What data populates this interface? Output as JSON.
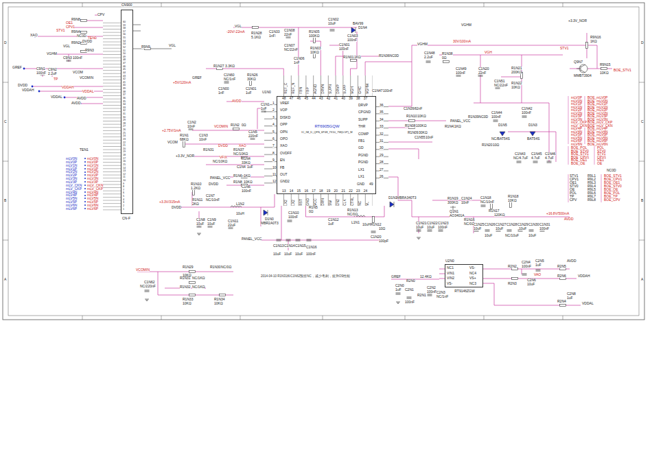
{
  "diagram": {
    "nodes": [
      {
        "text": [
          "CN900",
          "CN-F"
        ]
      },
      {
        "text": [
          "U1N0",
          "RT6905GQW",
          "IC_IM_D_QFN_6P48_7X10_7W(0.5P)_M"
        ]
      },
      {
        "text": [
          "U2N0",
          "RT9146ZGW"
        ]
      }
    ],
    "labels": [
      "D",
      "C",
      "B",
      "A",
      "D",
      "C",
      "B",
      "A",
      "60",
      "59",
      "58",
      "57",
      "56",
      "55",
      "54",
      "53",
      "52",
      "51",
      "50",
      "49",
      "48",
      "47",
      "46",
      "45",
      "44",
      "43",
      "42",
      "41",
      "40",
      "39",
      "38",
      "37",
      "36",
      "35",
      "34",
      "33",
      "32",
      "31",
      "30",
      "29",
      "28",
      "27",
      "26",
      "25",
      "24",
      "23",
      "22",
      "21",
      "20",
      "19",
      "18",
      "17",
      "16",
      "15",
      "14",
      "13",
      "12",
      "11",
      "10",
      "9",
      "8",
      "7",
      "6",
      "5",
      "4",
      "3",
      "2",
      "1",
      "R9N8",
      "CPV",
      "OE1",
      "CPV1",
      "STV1",
      "R9N4",
      "NC0D",
      "TEN0",
      "XAO",
      "R9N2",
      "DVDD",
      "R9N3",
      "VGL",
      "VGHM",
      "C9N3",
      "100nF",
      "GREF",
      "C9N1",
      "100nF",
      "C9N2",
      "2.2uF",
      "VCOM",
      "VCOMIN",
      "TP",
      "DVDD",
      "VDDAH",
      "VDDAH",
      "VDDAL",
      "VDDAL",
      "AVDD",
      "AVDD",
      "TEN1",
      "mLV0N",
      "mLV0P",
      "mLV1N",
      "mLV1P",
      "mLV2N",
      "mLV2P",
      "mLV3N",
      "mLV3P",
      "mLV_CKN",
      "mLV_CKP",
      "mLV4N",
      "mLV4P",
      "mLV5N",
      "mLV5P",
      "mLV6N",
      "mLV6P",
      "mLV0N",
      "mLV0P",
      "mLV1N",
      "mLV1P",
      "mLV2N",
      "mLV2P",
      "mLV3N",
      "mLV3P",
      "mLV_CKN",
      "mLV_CKP",
      "mLV4N",
      "mLV4P",
      "mLV5N",
      "mLV5P",
      "mLV6N",
      "mLV6P",
      "R9N9",
      "VGL",
      "1",
      "2",
      "3",
      "4",
      "5",
      "6",
      "7",
      "8",
      "9",
      "10",
      "11",
      "12",
      "VREF",
      "VOP",
      "DISKD",
      "OPP",
      "OPN",
      "OPO",
      "XAO",
      "OVDFF",
      "EN",
      "FB",
      "OUT",
      "GND2",
      "DRVP",
      "CPGND",
      "SUPP",
      "THR",
      "COMP",
      "FB1",
      "GD",
      "PGND",
      "PGND",
      "LX1",
      "LX1",
      "36",
      "35",
      "34",
      "33",
      "32",
      "31",
      "30",
      "29",
      "28",
      "27",
      "26",
      "GND",
      "49",
      "REF_C",
      "REF_N",
      "FBN",
      "FBP",
      "AGND",
      "DRVN",
      "SUPN",
      "DRVP",
      "SUPP",
      "VGH",
      "GHC",
      "VGHM",
      "48",
      "47",
      "46",
      "45",
      "44",
      "43",
      "42",
      "41",
      "40",
      "39",
      "38",
      "37",
      "13",
      "14",
      "15",
      "16",
      "17",
      "18",
      "19",
      "20",
      "21",
      "22",
      "23",
      "24",
      "LX2",
      "LX2",
      "RST",
      "GND",
      "VCC",
      "DRN",
      "SW",
      "EN2",
      "CLK",
      "CTRL",
      "NC",
      "VL",
      "VGL",
      "-20V/-22mA",
      "R1N28",
      "5.1KΩ",
      "C1N33",
      "1nF",
      "C1N08",
      "22nF",
      "C1N07",
      "NC/22nF",
      "R1N05",
      "100KΩ",
      "R1N03",
      "10KΩ",
      "C1N06",
      "1nF",
      "C1N02",
      "10uF",
      "BAV99",
      "D1N4",
      "C1N03",
      "100nF",
      "C1N01",
      "100nF",
      "R1N01",
      "1KΩ",
      "R1N36NC0D",
      "VGHM",
      "30V/100mA",
      "VGH",
      "C1N48",
      "2.2uF",
      "R1N38",
      "0Ω",
      "C1N49",
      "100nF",
      "C1N20",
      "22nF",
      "R1N21",
      "200KΩ",
      "C1N51",
      "NC/22nF",
      "R1N22",
      "10KΩ",
      "VGHM",
      "+3.3V_NOR",
      "R9N16",
      "1KΩ",
      "STV1",
      "Q9N7",
      "MMBT3904",
      "R9N15",
      "10KΩ",
      "BOE_STV1",
      "R1N27",
      "3.3KΩ",
      "GREF",
      "+5V/120mA",
      "C1N60",
      "NC/1nF",
      "R1N26",
      "30KΩ",
      "C1N00",
      "1nF",
      "C1N01",
      "1uF",
      "AVDD",
      "C1N1",
      "1uF",
      "C1N2",
      "10nF",
      "VCOMIN",
      "R1N2",
      "0Ω",
      "C1N5",
      "220nF",
      "+2.75V/1mA",
      "R1N1",
      "68KΩ",
      "C1N3",
      "10nF",
      "VCOM",
      "DVDD",
      "XAO",
      "R1N31",
      "R1N37",
      "NC/10KΩ",
      "+3.3V_NOR",
      "NC/10KΩ",
      "VFIX",
      "R1N4",
      "33KΩ",
      "C1N4",
      "1uF",
      "PANEL_VCC",
      "R1N6",
      "1KΩ",
      "DVDD",
      "R1N8",
      "10KΩ",
      "C1N6",
      "100nF",
      "R1N10",
      "1.2KΩ",
      "C1N7",
      "NC/10nF",
      "R1N11",
      "2KΩ",
      "DVDD",
      "+3.3V/315mA",
      "L1N2",
      "10uH",
      "C1N8",
      "10uF",
      "C1N9",
      "10uF",
      "C1N11",
      "22uF",
      "D1N0",
      "MBR2A0T3",
      "C1N10",
      "100nF",
      "PANEL_VCC",
      "C1N13",
      "C1N14",
      "C1N15",
      "C1N16",
      "10uF",
      "10uF",
      "10uF",
      "100nF",
      "R1N5",
      "0Ω",
      "C1N12",
      "1uF",
      "L1N1",
      "10uH",
      "R1N13",
      "NC/0Ω",
      "D1N1",
      "MBRA340T3",
      "R1N12",
      "10Ω",
      "C1N20",
      "100pF",
      "R1N19",
      "300KΩ",
      "C1N24",
      "10nF",
      "Q1N1",
      "AO3401A",
      "R1N16",
      "NC/0Ω",
      "C1N21",
      "10uF",
      "C1N22",
      "10uF",
      "C1N23",
      "100nF",
      "C1N25",
      "10uF",
      "C1N26",
      "10uF",
      "C1N27",
      "10uF",
      "C1N28",
      "NC/10uF",
      "C1N29",
      "10uF",
      "C1N30",
      "10uF",
      "C1N31",
      "100nF",
      "C1N18",
      "NC/10nF",
      "R1N17",
      "120KΩ",
      "R1N18",
      "10KΩ",
      "+16.8V/500mA",
      "AVDD",
      "C1N47",
      "100nF",
      "C1N39",
      "82nF",
      "R1N10",
      "10KΩ",
      "R1N08",
      "100KΩ",
      "R1N09",
      "30KΩ",
      "C1N55",
      "10nF",
      "PANEL_VCC",
      "R1N39NC0D",
      "R1N41",
      "1KΩ",
      "C1N44",
      "100nF",
      "D1N5",
      "NC/BAT54S",
      "C1N42",
      "100nF",
      "D1N3",
      "BAT54S",
      "R1N20",
      "10Ω",
      "C1N43",
      "NC/4.7uF",
      "C1N45",
      "4.7uF",
      "C1N46",
      "4.7uF",
      "mLV0P",
      "mLV0N",
      "mLV1P",
      "mLV1N",
      "mLV2P",
      "mLV2N",
      "mLV3P",
      "mLV3N",
      "mLV_CKP",
      "mLV_CKN",
      "mLV4P",
      "mLV4N",
      "mLV5P",
      "mLV5N",
      "mLV6P",
      "mLV6N",
      "BOE_mLV0P",
      "BOE_mLV0N",
      "BOE_mLV1P",
      "BOE_mLV1N",
      "BOE_mLV2P",
      "BOE_mLV2N",
      "BOE_mLV3P",
      "BOE_mLV3N",
      "BOE_mLV_CKP",
      "BOE_mLV_CKN",
      "BOE_mLV4P",
      "BOE_mLV4N",
      "BOE_mLV5P",
      "BOE_mLV5N",
      "BOE_mLV6P",
      "BOE_mLV6N",
      "BOE_POL",
      "BOE_STV0",
      "BOE_STV1",
      "BOE_CPV1",
      "BOE_OE1",
      "BOE_OE",
      "POL",
      "STV0",
      "STV1",
      "CPV1",
      "OE1",
      "OE",
      "NC0D",
      "STV1",
      "CPV1",
      "OE1",
      "STV0",
      "OE",
      "POL",
      "TP",
      "CPV",
      "R9L1",
      "R9L2",
      "R9L3",
      "R9L4",
      "R9L5",
      "R9L6",
      "R9L7",
      "R9L8",
      "BOE_STV1",
      "BOE_CPV1",
      "BOE_OE1",
      "BOE_STV0",
      "BOE_OE",
      "BOE_POL",
      "BOE_TP",
      "BOE_CPV",
      "VCOMIN",
      "R1N29",
      "10KΩ",
      "R1N30",
      "NC/0Ω",
      "C1N62",
      "NC/220nF",
      "R1N31",
      "NC/1KΩ",
      "R1N32",
      "NC/1KΩ",
      "R1N33",
      "10KΩ",
      "R1N34",
      "10KΩ",
      "2014-04-10 R1N31和C1N62预留NC，减少毛刺，提升OS性能",
      "GREF",
      "C2N0",
      "1uF",
      "R2N0",
      "12.4KΩ",
      "C2N1",
      "100nF",
      "R2N1",
      "C2N2",
      "100nF",
      "C2N3",
      "NC/1nF",
      "NC1",
      "VIN1",
      "VIN2",
      "VS-",
      "VS-",
      "NC4",
      "VS+",
      "NC3",
      "R2N2",
      "R2N3",
      "C2N4",
      "100nF",
      "C2N5",
      "1uF",
      "AVDD",
      "C2N6",
      "10uF",
      "VAO",
      "R2N5",
      "R2N6",
      "VDDAH",
      "C2N8",
      "1uF",
      "VDDAL",
      "R2N4"
    ]
  }
}
